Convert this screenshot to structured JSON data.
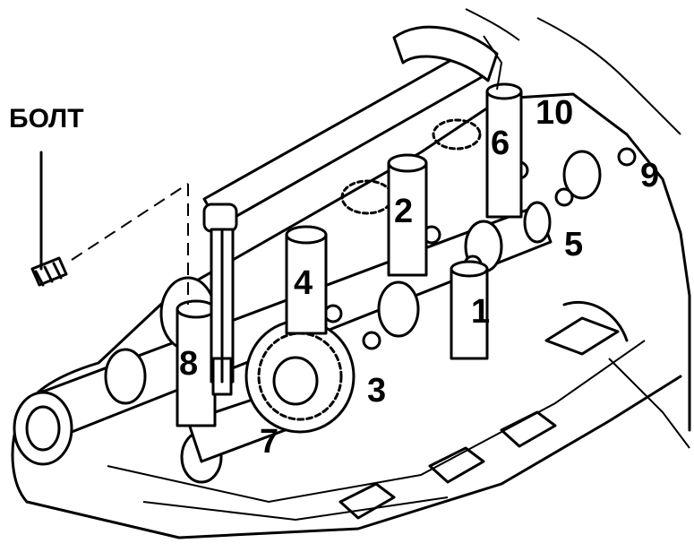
{
  "bolt_label": "БОЛТ",
  "callouts": [
    "1",
    "2",
    "3",
    "4",
    "5",
    "6",
    "7",
    "8",
    "9",
    "10"
  ]
}
